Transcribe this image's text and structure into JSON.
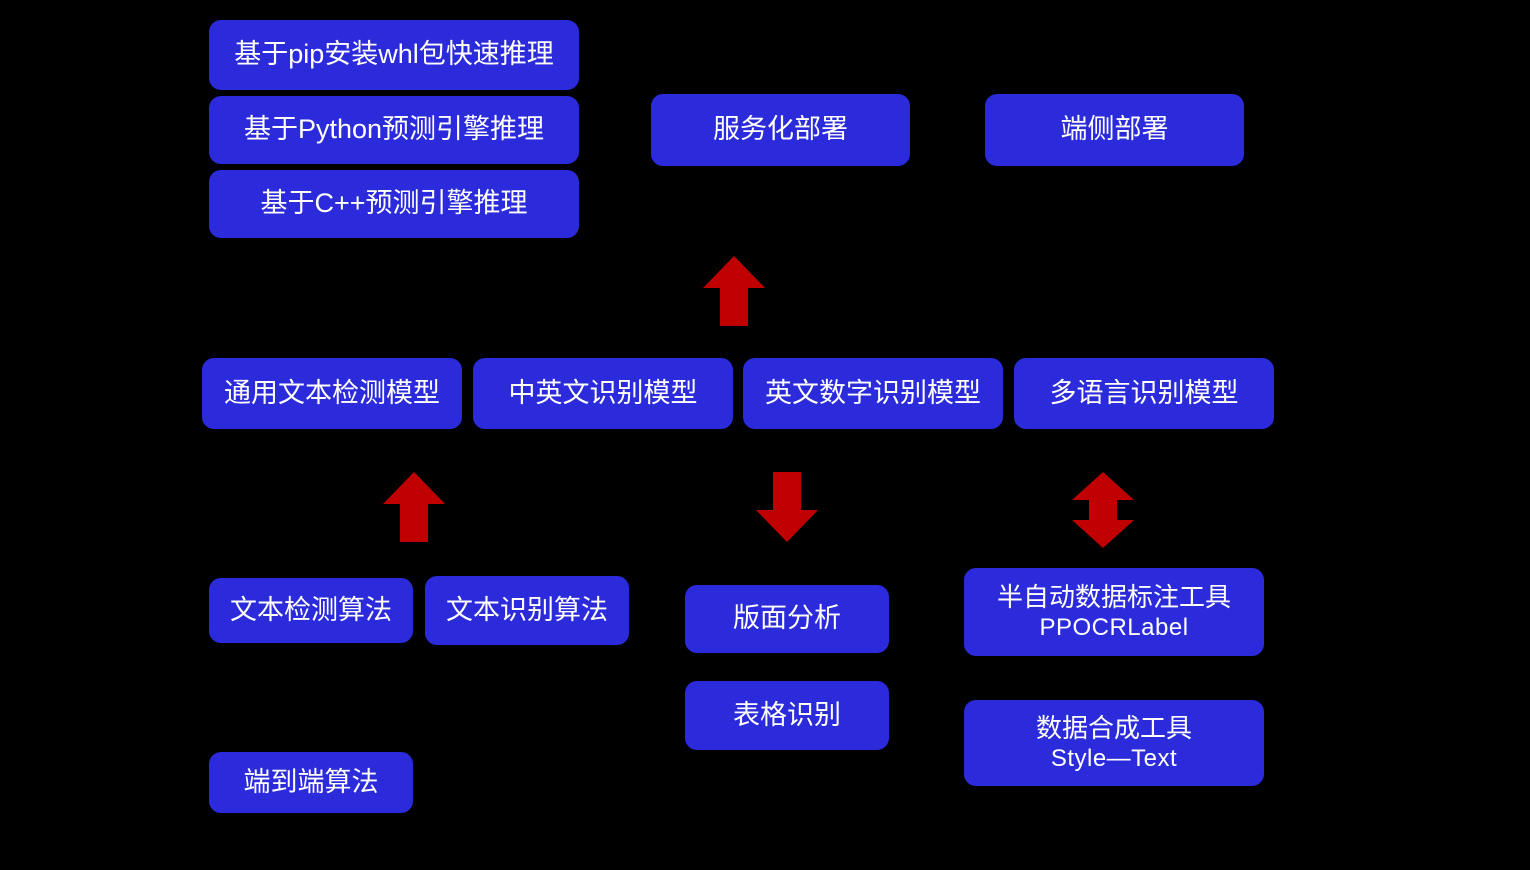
{
  "diagram": {
    "title_present": false,
    "background_color": "#000000",
    "node_color": "#2B2BDB",
    "node_text_color": "#FFFFFF",
    "arrow_color": "#C00000",
    "nodes": [
      {
        "id": "pip-infer",
        "label": "基于pip安装whl包快速推理",
        "sub": ""
      },
      {
        "id": "python-infer",
        "label": "基于Python预测引擎推理",
        "sub": ""
      },
      {
        "id": "cpp-infer",
        "label": "基于C++预测引擎推理",
        "sub": ""
      },
      {
        "id": "service-deploy",
        "label": "服务化部署",
        "sub": ""
      },
      {
        "id": "edge-deploy",
        "label": "端侧部署",
        "sub": ""
      },
      {
        "id": "general-det",
        "label": "通用文本检测模型",
        "sub": ""
      },
      {
        "id": "zh-en-rec",
        "label": "中英文识别模型",
        "sub": ""
      },
      {
        "id": "en-digit-rec",
        "label": "英文数字识别模型",
        "sub": ""
      },
      {
        "id": "multilang-rec",
        "label": "多语言识别模型",
        "sub": ""
      },
      {
        "id": "det-algo",
        "label": "文本检测算法",
        "sub": ""
      },
      {
        "id": "rec-algo",
        "label": "文本识别算法",
        "sub": ""
      },
      {
        "id": "e2e-algo",
        "label": "端到端算法",
        "sub": ""
      },
      {
        "id": "layout-analysis",
        "label": "版面分析",
        "sub": ""
      },
      {
        "id": "table-rec",
        "label": "表格识别",
        "sub": ""
      },
      {
        "id": "ppocrlabel",
        "label": "半自动数据标注工具",
        "sub": "PPOCRLabel"
      },
      {
        "id": "style-text",
        "label": "数据合成工具",
        "sub": "Style—Text"
      }
    ],
    "arrows": [
      {
        "id": "arrow-models-to-deploy",
        "direction": "up",
        "semantic": "up-arrow-icon"
      },
      {
        "id": "arrow-algos-to-models",
        "direction": "up",
        "semantic": "up-arrow-icon"
      },
      {
        "id": "arrow-models-to-layout",
        "direction": "down",
        "semantic": "down-arrow-icon"
      },
      {
        "id": "arrow-models-tools",
        "direction": "up-down",
        "semantic": "up-down-arrow-icon"
      }
    ]
  }
}
